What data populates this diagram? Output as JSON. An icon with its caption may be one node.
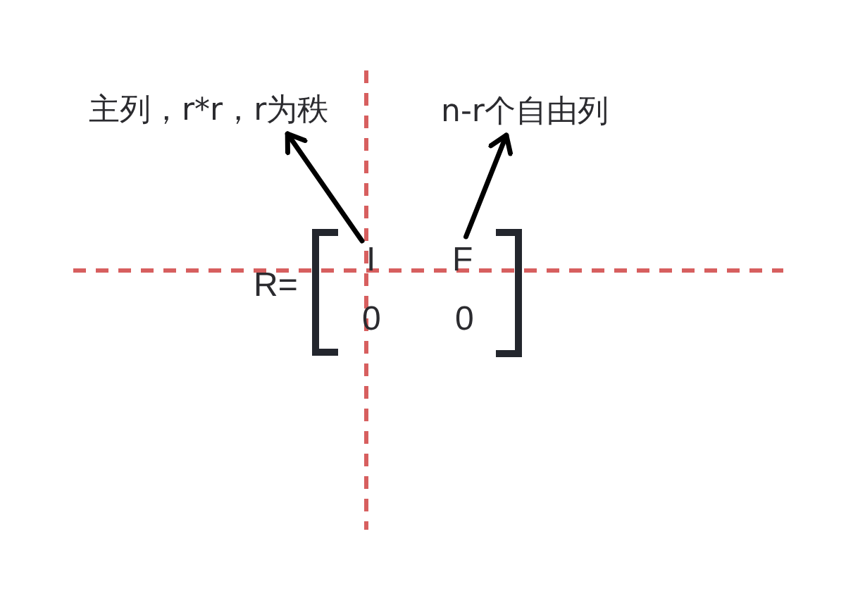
{
  "diagram": {
    "nodes": [
      {
        "text": [
          "主列，r*r，r为秩"
        ]
      },
      {
        "text": [
          "n-r个自由列"
        ]
      },
      {
        "text": [
          "I"
        ]
      },
      {
        "text": [
          "F"
        ]
      }
    ],
    "edges": [
      {
        "from": 2,
        "to": 0,
        "arrow": "to"
      },
      {
        "from": 3,
        "to": 1,
        "arrow": "to"
      }
    ],
    "labels": [
      "R=",
      "0",
      "0"
    ]
  }
}
